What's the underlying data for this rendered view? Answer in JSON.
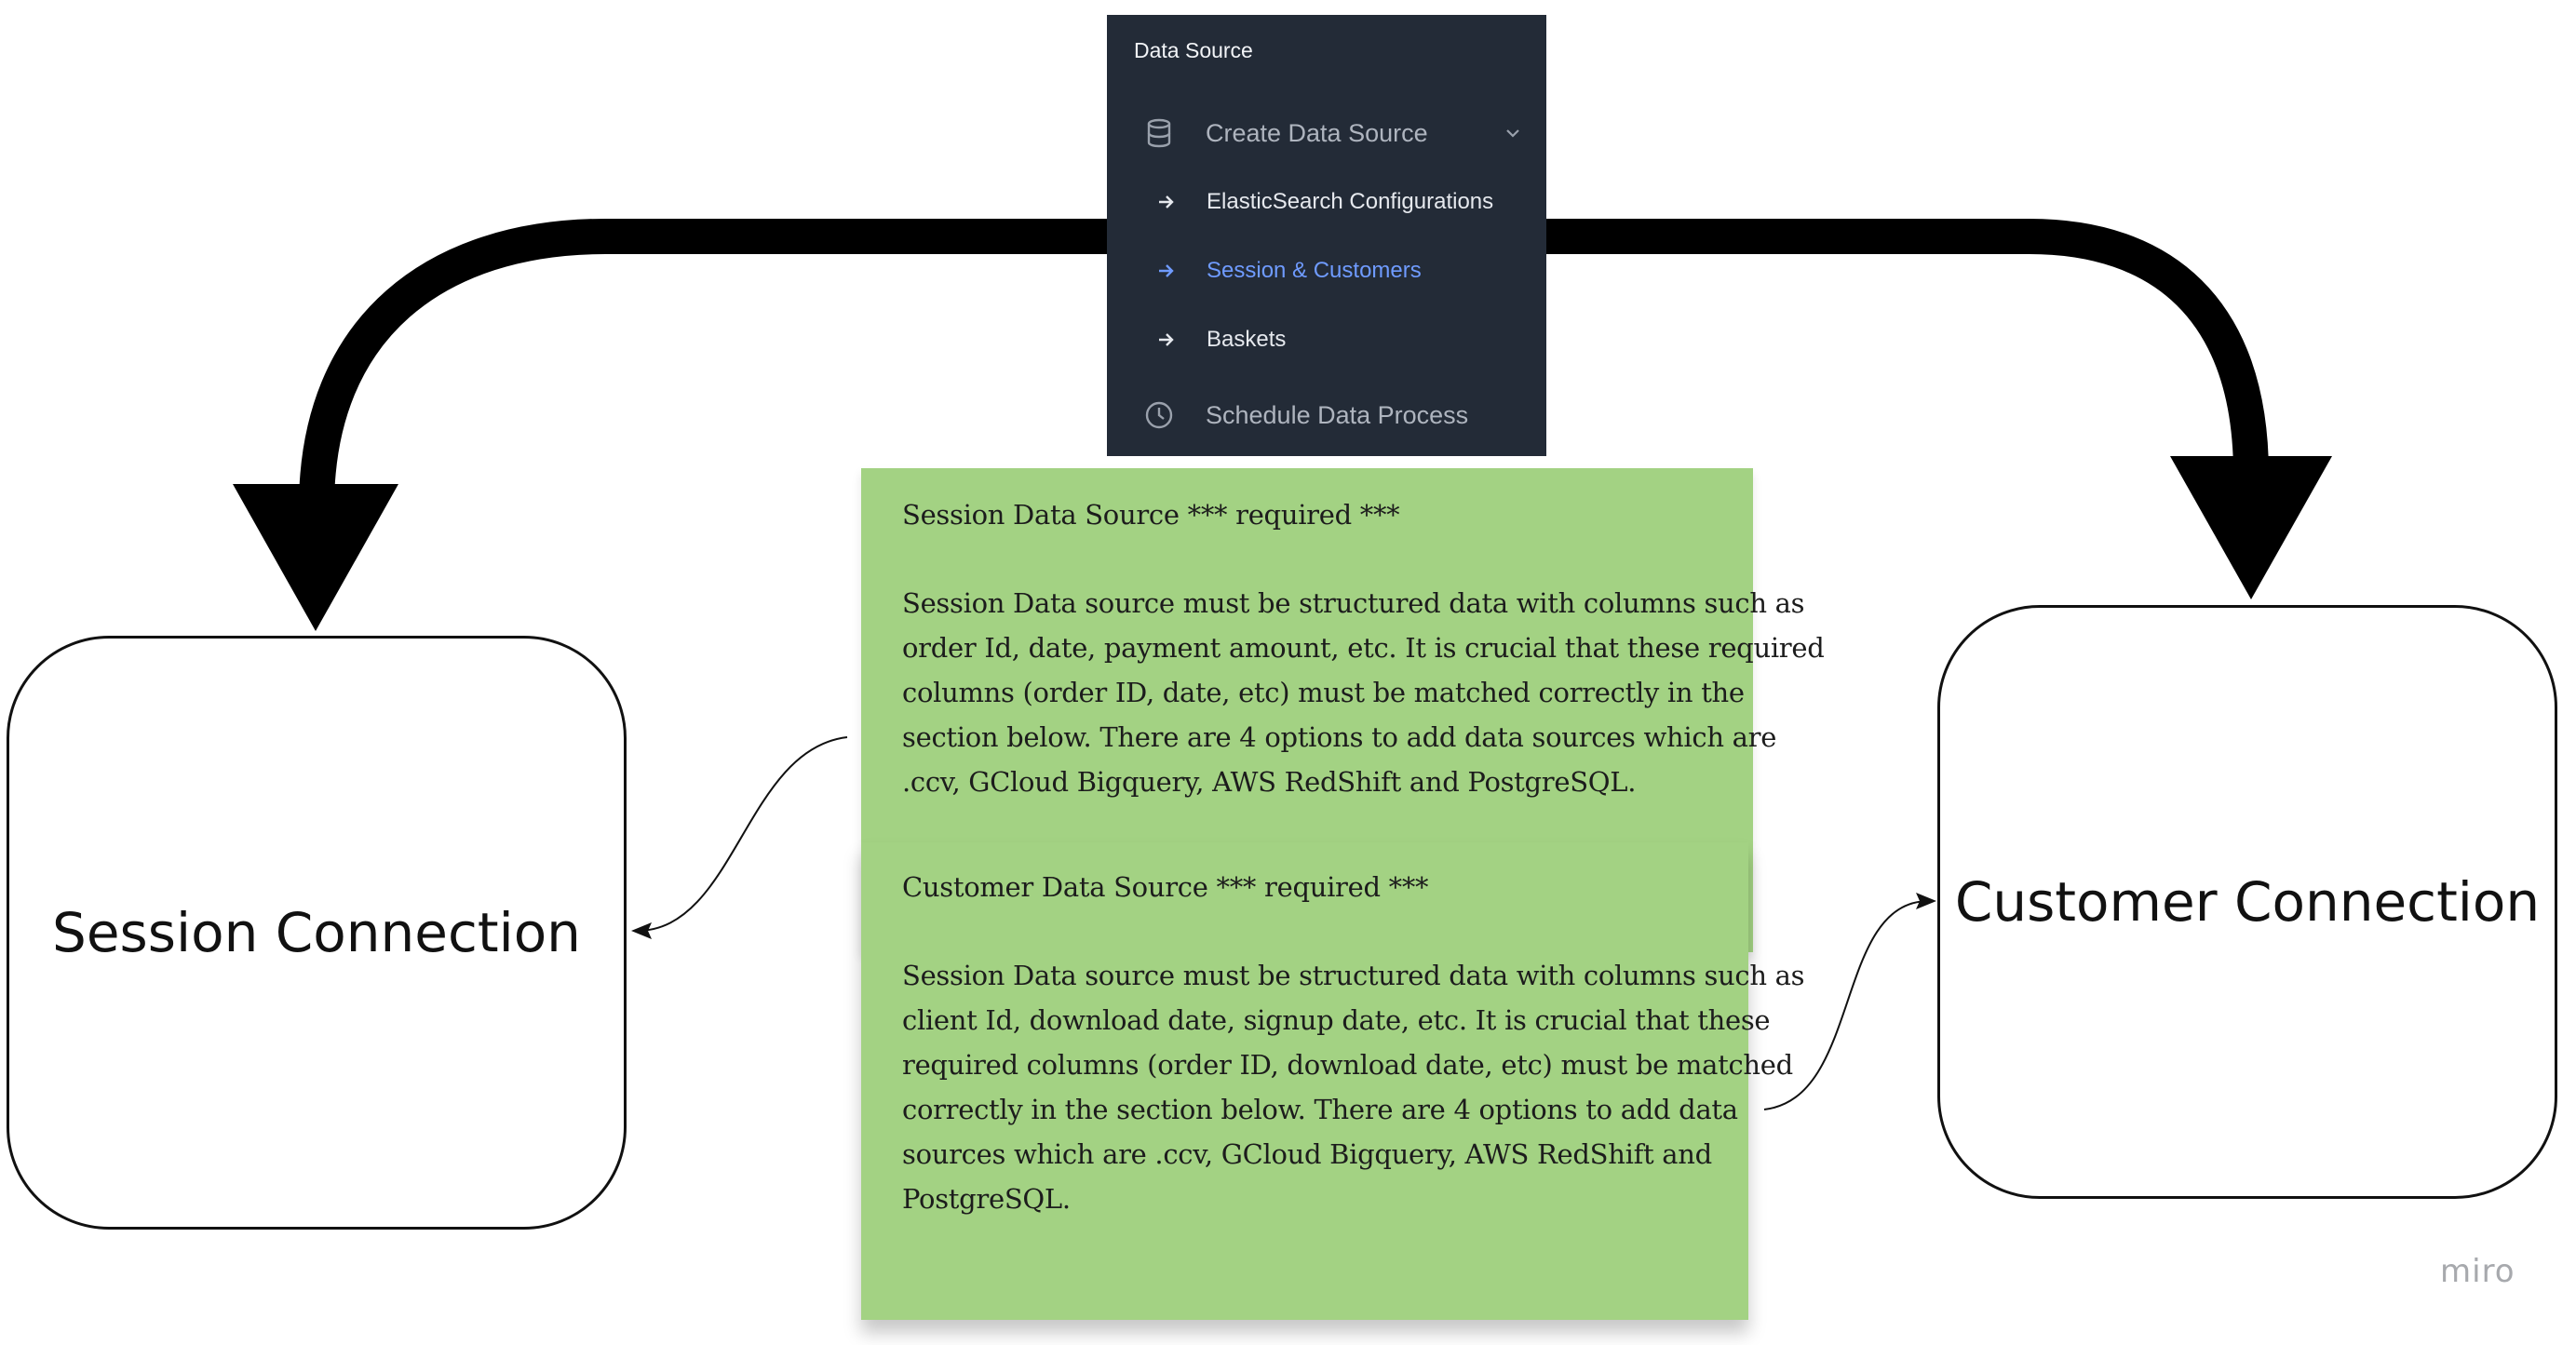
{
  "menu": {
    "heading": "Data Source",
    "items": [
      {
        "label": "Create Data Source",
        "icon": "database-icon"
      },
      {
        "label": "ElasticSearch Configurations",
        "icon": "arrow-right-icon"
      },
      {
        "label": "Session & Customers",
        "icon": "arrow-right-icon",
        "active": true
      },
      {
        "label": "Baskets",
        "icon": "arrow-right-icon"
      },
      {
        "label": "Schedule Data Process",
        "icon": "clock-icon"
      }
    ],
    "active_color": "#6f9bff",
    "background": "#232b37"
  },
  "nodes": {
    "session": "Session Connection",
    "customer": "Customer Connection"
  },
  "sticky_session": {
    "title": "Session Data Source *** required ***",
    "lines": [
      "Session Data source must be structured data with columns such as",
      "order Id, date, payment amount, etc. It is crucial that these required",
      "columns (order ID, date, etc) must be matched correctly in the",
      "section below. There are 4 options to add data sources which are",
      ".ccv, GCloud Bigquery, AWS RedShift and PostgreSQL."
    ]
  },
  "sticky_customer": {
    "title": "Customer Data Source *** required ***",
    "lines": [
      "Session Data source must be structured data with columns such as",
      "client Id, download date, signup date, etc. It is crucial that these",
      "required columns (order ID, download date, etc) must be matched",
      "correctly in the section below. There are 4 options to add data",
      "sources which are .ccv, GCloud Bigquery, AWS RedShift and",
      "PostgreSQL."
    ]
  },
  "sticky_color": "#a3d283",
  "watermark": "miro"
}
